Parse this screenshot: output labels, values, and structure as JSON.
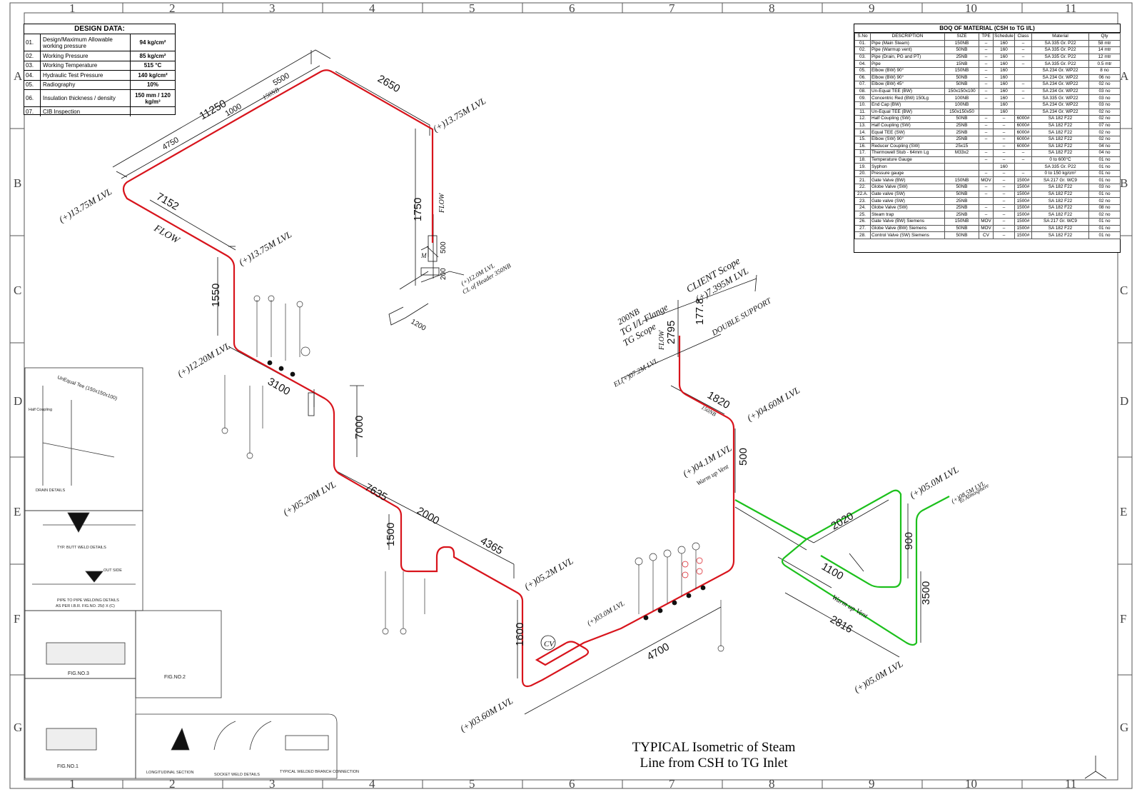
{
  "drawing_title": [
    "TYPICAL Isometric of Steam",
    "Line from CSH to TG Inlet"
  ],
  "grid": {
    "columns": [
      "1",
      "2",
      "3",
      "4",
      "5",
      "6",
      "7",
      "8",
      "9",
      "10",
      "11"
    ],
    "rows": [
      "A",
      "B",
      "C",
      "D",
      "E",
      "F",
      "G"
    ]
  },
  "design_data": {
    "title": "DESIGN DATA:",
    "rows": [
      {
        "no": "01.",
        "desc": "Design/Maximum Allowable working pressure",
        "value": "94 kg/cm²"
      },
      {
        "no": "02.",
        "desc": "Working Pressure",
        "value": "85 kg/cm²"
      },
      {
        "no": "03.",
        "desc": "Working Temperature",
        "value": "515 °C"
      },
      {
        "no": "04.",
        "desc": "Hydraulic Test Pressure",
        "value": "140 kg/cm²"
      },
      {
        "no": "05.",
        "desc": "Radiography",
        "value": "10%"
      },
      {
        "no": "06.",
        "desc": "Insulation thickness / density",
        "value": "150 mm / 120 kg/m³"
      },
      {
        "no": "07.",
        "desc": "CIB Inspection",
        "value": ""
      }
    ]
  },
  "boq": {
    "title": "BOQ OF MATERIAL (CSH to TG I/L)",
    "headers": [
      "S.No",
      "DESCRIPTION",
      "SIZE",
      "TPE",
      "Schedule",
      "Class",
      "Material",
      "Qty"
    ],
    "rows": [
      [
        "01.",
        "Pipe (Main Steam)",
        "150NB",
        "–",
        "160",
        "–",
        "SA 335 Gr. P22",
        "58 mtr"
      ],
      [
        "02.",
        "Pipe (Warmup vent)",
        "50NB",
        "–",
        "160",
        "–",
        "SA 335 Gr. P22",
        "14 mtr"
      ],
      [
        "03.",
        "Pipe (Drain, PG and PT)",
        "25NB",
        "–",
        "160",
        "–",
        "SA 335 Gr. P22",
        "12 mtr"
      ],
      [
        "04.",
        "Pipe",
        "15NB",
        "–",
        "160",
        "–",
        "SA 335 Gr. P22",
        "0.5 mtr"
      ],
      [
        "05.",
        "Elbow (BW) 90°",
        "150NB",
        "–",
        "160",
        "",
        "SA 234 Gr. WP22",
        "8 no"
      ],
      [
        "06.",
        "Elbow (BW) 90°",
        "50NB",
        "–",
        "160",
        "",
        "SA 234 Gr. WP22",
        "06 no"
      ],
      [
        "07.",
        "Elbow (BW) 45°",
        "50NB",
        "–",
        "160",
        "–",
        "SA 234 Gr. WP22",
        "02 no"
      ],
      [
        "08.",
        "Un-Equal TEE (BW)",
        "150x150x100",
        "–",
        "160",
        "–",
        "SA 234 Gr. WP22",
        "03 no"
      ],
      [
        "09.",
        "Concentric Red (BW) 150Lg",
        "100NB",
        "–",
        "160",
        "–",
        "SA 335 Gr. WP22",
        "03 no"
      ],
      [
        "10.",
        "End Cap (BW)",
        "100NB",
        "",
        "160",
        "",
        "SA 234 Gr. WP22",
        "03 no"
      ],
      [
        "11.",
        "Un-Equal TEE (BW)",
        "150x150x50",
        "",
        "160",
        "",
        "SA 234 Gr. WP22",
        "02 no"
      ],
      [
        "12.",
        "Half Coupling (SW)",
        "50NB",
        "–",
        "–",
        "6000#",
        "SA 182 F22",
        "02 no"
      ],
      [
        "13.",
        "Half Coupling (SW)",
        "25NB",
        "–",
        "–",
        "6000#",
        "SA 182 F22",
        "07 no"
      ],
      [
        "14.",
        "Equal TEE (SW)",
        "25NB",
        "–",
        "–",
        "6000#",
        "SA 182 F22",
        "02 no"
      ],
      [
        "15.",
        "Elbow (SW) 90°",
        "25NB",
        "–",
        "–",
        "6000#",
        "SA 182 F22",
        "02 no"
      ],
      [
        "16.",
        "Reducer Coupling (SW)",
        "25x15",
        "",
        "–",
        "6000#",
        "SA 182 F22",
        "04 no"
      ],
      [
        "17.",
        "Thermowell Stub - 64mm Lg",
        "M33x2",
        "–",
        "–",
        "–",
        "SA 182 F22",
        "04 no"
      ],
      [
        "18.",
        "Temperature Gauge",
        "",
        "–",
        "–",
        "–",
        "0 to 600°C",
        "01 no"
      ],
      [
        "19.",
        "Syphon",
        "",
        "",
        "160",
        "",
        "SA 335 Gr. P22",
        "01 no"
      ],
      [
        "20.",
        "Pressure gauge",
        "",
        "–",
        "–",
        "–",
        "0 to 150 kg/cm²",
        "01 no"
      ],
      [
        "21.",
        "Gate Valve (BW)",
        "150NB",
        "MOV",
        "–",
        "1500#",
        "SA 217 Gr. WC9",
        "01 no"
      ],
      [
        "22.",
        "Globe Valve (SW)",
        "50NB",
        "–",
        "–",
        "1500#",
        "SA 182 F22",
        "03 no"
      ],
      [
        "22.A.",
        "Gate valve (SW)",
        "50NB",
        "–",
        "–",
        "1500#",
        "SA 182 F22",
        "01 no"
      ],
      [
        "23.",
        "Gate valve (SW)",
        "25NB",
        "",
        "–",
        "1500#",
        "SA 182 F22",
        "02 no"
      ],
      [
        "24.",
        "Globe Valve (SW)",
        "25NB",
        "–",
        "–",
        "1500#",
        "SA 182 F22",
        "08 no"
      ],
      [
        "25.",
        "Steam trap",
        "25NB",
        "–",
        "–",
        "1500#",
        "SA 182 F22",
        "02 no"
      ],
      [
        "26.",
        "Gate Valve (BW) Siemens",
        "150NB",
        "MOV",
        "–",
        "1500#",
        "SA 217 Gr. WC9",
        "01 no"
      ],
      [
        "27.",
        "Globe Valve (BW) Siemens",
        "50NB",
        "MOV",
        "–",
        "1500#",
        "SA 182 F22",
        "01 no"
      ],
      [
        "28.",
        "Control Valve (SW) Siemens",
        "50NB",
        "CV",
        "–",
        "1500#",
        "SA 182 F22",
        "01 no"
      ]
    ]
  },
  "dimensions": [
    "11250",
    "4750",
    "1000",
    "5500",
    "2650",
    "7152",
    "1550",
    "3100",
    "7000",
    "7635",
    "2000",
    "1500",
    "4365",
    "1600",
    "4700",
    "1750",
    "500",
    "1200",
    "200",
    "2795",
    "177.8",
    "1820",
    "500",
    "2020",
    "900",
    "1100",
    "3500",
    "2816"
  ],
  "levels": [
    "(+)13.75M LVL",
    "(+)13.75M LVL",
    "(+)13.75M LVL",
    "(+)12.20M LVL",
    "(+)05.20M LVL",
    "(+)05.2M LVL",
    "(+)03.60M LVL",
    "(+)03.0M LVL",
    "(+)04.60M LVL",
    "(+)04.1M LVL",
    "(+)05.0M LVL",
    "(+)05.0M LVL",
    "(+)08.5M LVL",
    "(+)7.395M LVL",
    "EL(+)07.2M LVL",
    "(+)12.0M LVL"
  ],
  "labels": {
    "flow1": "FLOW",
    "flow2": "FLOW",
    "flow3": "FLOW",
    "client_scope": "CLIENT Scope",
    "tg_flange": "TG I/L Flange",
    "tg_scope": "TG Scope",
    "nb200": "200NB",
    "double_support": "DOUBLE SUPPORT",
    "warm_vent1": "Warm up Vent",
    "warm_vent2": "Warm up Vent",
    "to_atmosphere": "To Atmosphere",
    "header": "CL of Header 350NB",
    "nb150": "150NB",
    "nb150b": "150NB",
    "cv": "CV",
    "m": "M"
  },
  "detail_labels": {
    "tip_butt": "TYP. BUTT WELD DETAILS",
    "pipe_pipe": "PIPE TO PIPE WELDING DETAILS",
    "as_per": "AS PER I.B.R. FIG.NO. 25(I X (C)",
    "fig3": "FIG.NO.3",
    "fig2": "FIG.NO.2",
    "fig1": "FIG.NO.1",
    "longitudinal": "LONGITUDINAL SECTION",
    "branch": "TYPICAL WELDED BRANCH CONNECTION",
    "socket": "SOCKET WELD DETAILS",
    "unequal_tee": "UnEqual Tee (150x150x100)",
    "drain_details": "DRAIN DETAILS",
    "half_coupling": "Half Coupling",
    "out_side": "OUT SIDE"
  },
  "colors": {
    "steam_line": "#d8141c",
    "vent_line": "#1cc01c",
    "ink": "#111111"
  }
}
